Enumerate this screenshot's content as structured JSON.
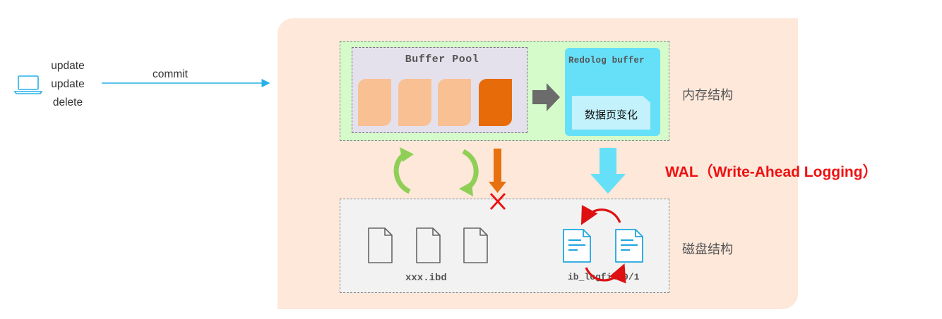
{
  "client": {
    "operations": [
      "update",
      "update",
      "delete"
    ],
    "commit_label": "commit",
    "icon": "laptop-icon"
  },
  "memory": {
    "label": "内存结构",
    "buffer_pool": {
      "title": "Buffer Pool",
      "page_colors": [
        "#f9c094",
        "#f9c094",
        "#f9c094",
        "#e86b0a"
      ]
    },
    "redolog_buffer": {
      "title": "Redolog buffer",
      "entry_label": "数据页变化"
    }
  },
  "disk": {
    "label": "磁盘结构",
    "data_files_label": "xxx.ibd",
    "log_files_label": "ib_logfile0/1"
  },
  "wal_label": "WAL（Write-Ahead Logging）",
  "colors": {
    "panel": "#fde8da",
    "memory_area": "#d4fbc9",
    "buffer_pool": "#e5e1ec",
    "redo_buffer": "#66e0f9",
    "disk_area": "#f2f2f2",
    "dirty_page": "#e86b0a",
    "clean_page": "#f9c094",
    "sync_arrows": "#8fcf56",
    "blocked_arrow": "#e8700f",
    "cross": "#ee1111",
    "flush_arrow": "#66e0f9",
    "cycle_arrows": "#dd1111",
    "wal_text": "#ee1111",
    "commit_arrow": "#27b0e6"
  }
}
